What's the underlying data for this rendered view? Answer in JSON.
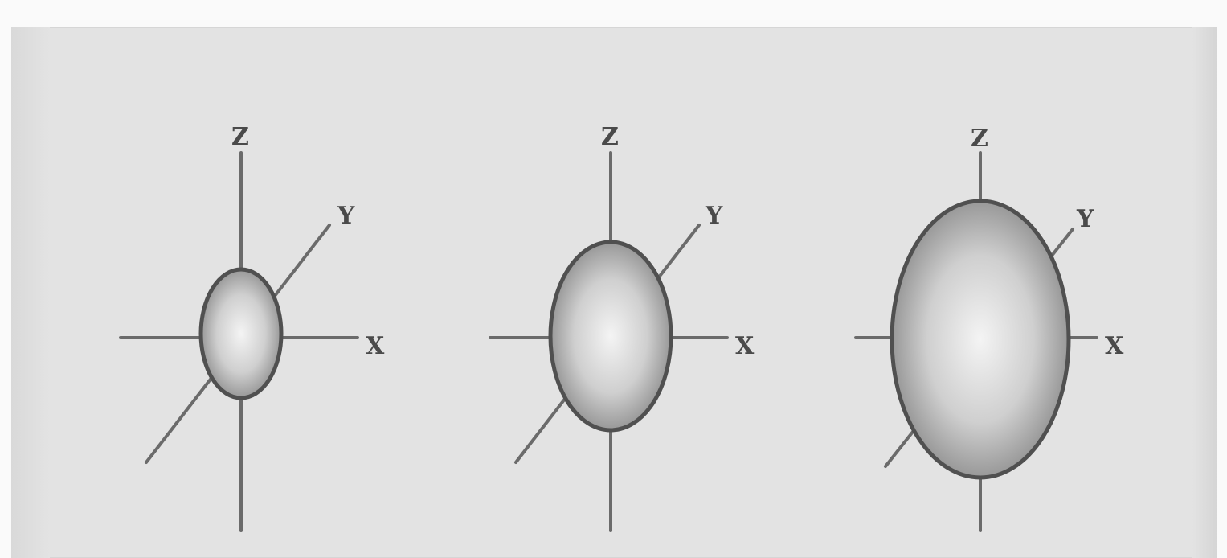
{
  "figure": {
    "panels": [
      {
        "id": "small",
        "labels": {
          "z": "Z",
          "y": "Y",
          "x": "X"
        }
      },
      {
        "id": "medium",
        "labels": {
          "z": "Z",
          "y": "Y",
          "x": "X"
        }
      },
      {
        "id": "large",
        "labels": {
          "z": "Z",
          "y": "Y",
          "x": "X"
        }
      }
    ],
    "colors": {
      "background": "#e3e3e3",
      "axis": "#6b6b6b",
      "shape_outline": "#505050",
      "shape_center": "#f4f4f4",
      "shape_edge": "#8a8a8a"
    }
  }
}
